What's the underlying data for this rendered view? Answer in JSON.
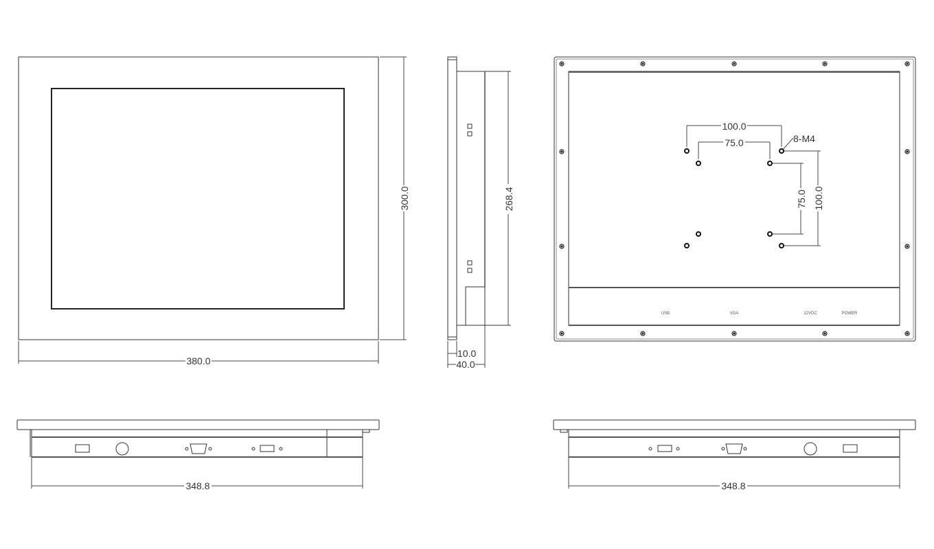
{
  "drawing": {
    "front_view": {
      "width_label": "380.0",
      "height_label": "300.0"
    },
    "side_view": {
      "height_label": "268.4",
      "bezel_label": "10.0",
      "depth_label": "40.0"
    },
    "rear_view": {
      "vesa_outer_h": "100.0",
      "vesa_inner_h": "75.0",
      "vesa_inner_v": "75.0",
      "vesa_outer_v": "100.0",
      "screw_callout": "8-M4",
      "port_labels": [
        "USB",
        "VGA",
        "12VDC",
        "POWER"
      ]
    },
    "bottom_view_left": {
      "width_label": "348.8"
    },
    "bottom_view_right": {
      "width_label": "348.8"
    }
  }
}
